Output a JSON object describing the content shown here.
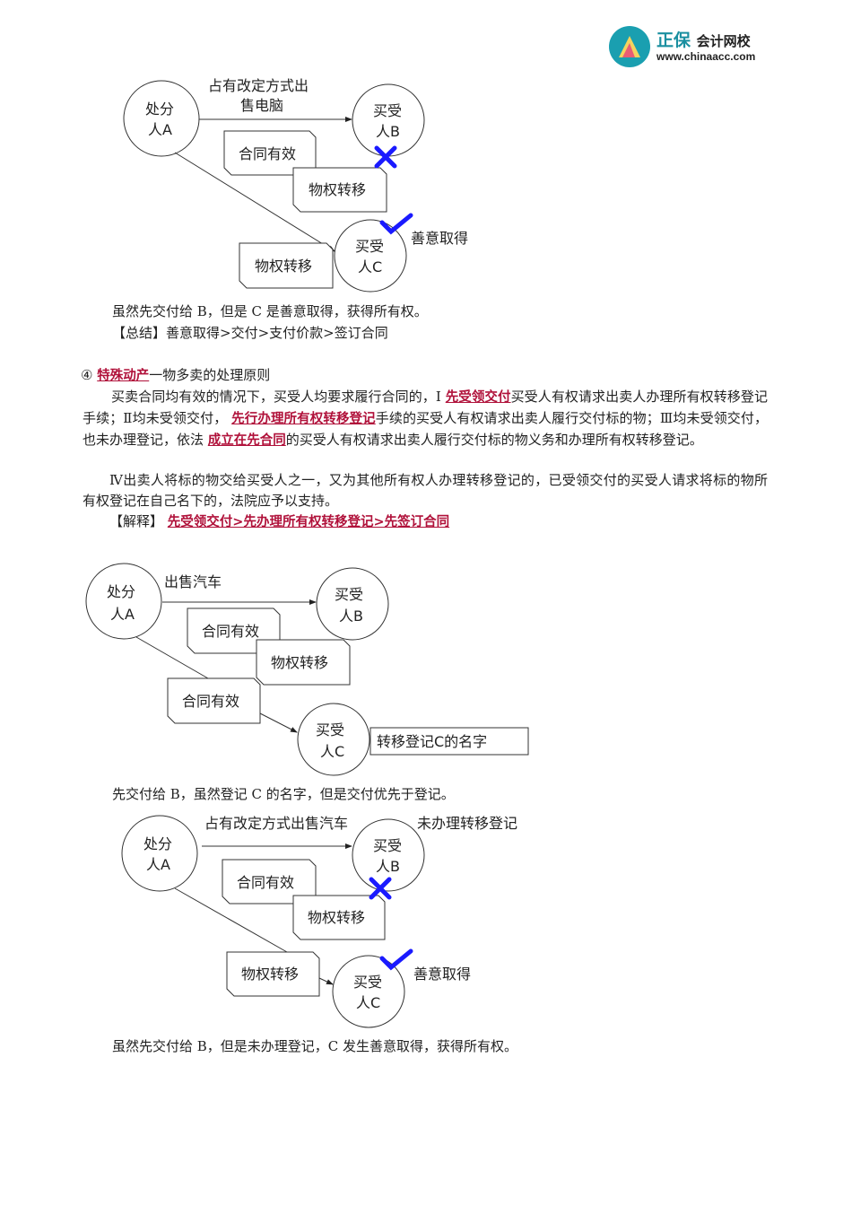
{
  "header": {
    "logo_brand": "正保",
    "logo_sub": "会计网校",
    "logo_url": "www.chinaacc.com"
  },
  "diagram1": {
    "seller": [
      "处分",
      "人A"
    ],
    "buyer_b": [
      "买受",
      "人B"
    ],
    "buyer_c": [
      "买受",
      "人C"
    ],
    "arrow_label": [
      "占有改定方式出",
      "售电脑"
    ],
    "box_contract": "合同有效",
    "box_transfer_b": "物权转移",
    "box_transfer_c": "物权转移",
    "good_faith": "善意取得",
    "caption": "虽然先交付给 B，但是 C 是善意取得，获得所有权。",
    "summary": "【总结】善意取得>交付>支付价款>签订合同"
  },
  "section": {
    "number": "④",
    "title_highlight": "特殊动产",
    "title_rest": "一物多卖的处理原则",
    "para1": [
      {
        "t": "买卖合同均有效的情况下，买受人均要求履行合同的，Ⅰ "
      },
      {
        "t": "先受领交付",
        "h": true
      },
      {
        "t": "买受人有权请求出卖人办理所有权转移登记手续；Ⅱ均未受领交付， "
      },
      {
        "t": "先行办理所有权转移登记",
        "h": true
      },
      {
        "t": "手续的买受人有权请求出卖人履行交付标的物；Ⅲ均未受领交付，也未办理登记，依法 "
      },
      {
        "t": "成立在先合同",
        "h": true
      },
      {
        "t": "的买受人有权请求出卖人履行交付标的物义务和办理所有权转移登记。"
      }
    ],
    "para2": "Ⅳ出卖人将标的物交给买受人之一，又为其他所有权人办理转移登记的，已受领交付的买受人请求将标的物所有权登记在自己名下的，法院应予以支持。",
    "explain_label": "【解释】",
    "explain_text": "先受领交付>先办理所有权转移登记>先签订合同"
  },
  "diagram2": {
    "seller": [
      "处分",
      "人A"
    ],
    "buyer_b": [
      "买受",
      "人B"
    ],
    "buyer_c": [
      "买受",
      "人C"
    ],
    "arrow_label": "出售汽车",
    "box_contract_b": "合同有效",
    "box_transfer_b": "物权转移",
    "box_contract_c": "合同有效",
    "box_register_c": "转移登记C的名字",
    "caption": "先交付给 B，虽然登记 C 的名字，但是交付优先于登记。"
  },
  "diagram3": {
    "seller": [
      "处分",
      "人A"
    ],
    "buyer_b": [
      "买受",
      "人B"
    ],
    "buyer_c": [
      "买受",
      "人C"
    ],
    "arrow_label": "占有改定方式出售汽车",
    "note": "未办理转移登记",
    "box_contract": "合同有效",
    "box_transfer_b": "物权转移",
    "box_transfer_c": "物权转移",
    "good_faith": "善意取得",
    "caption": "虽然先交付给 B，但是未办理登记，C 发生善意取得，获得所有权。"
  },
  "colors": {
    "highlight": "#b0113a",
    "mark": "#1a1aff",
    "brand": "#1a8fa0"
  }
}
